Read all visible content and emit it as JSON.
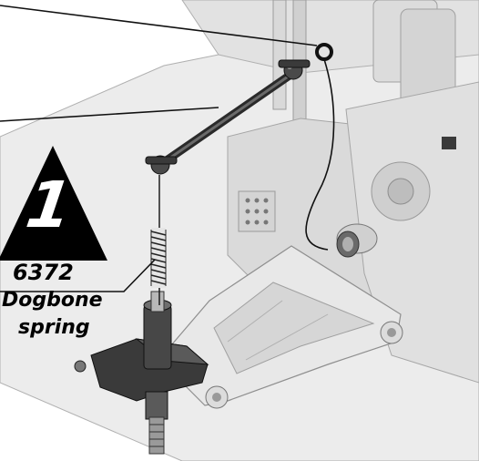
{
  "step": {
    "number": "1"
  },
  "part": {
    "number": "6372",
    "name_line1": "Dogbone",
    "name_line2": "spring"
  },
  "colors": {
    "line": "#000000",
    "chassis_fill": "#e6e6e6",
    "chassis_shade": "#cfcfcf",
    "chassis_edge": "#a8a8a8",
    "dark_part": "#2e2e2e",
    "triangle": "#000000"
  }
}
